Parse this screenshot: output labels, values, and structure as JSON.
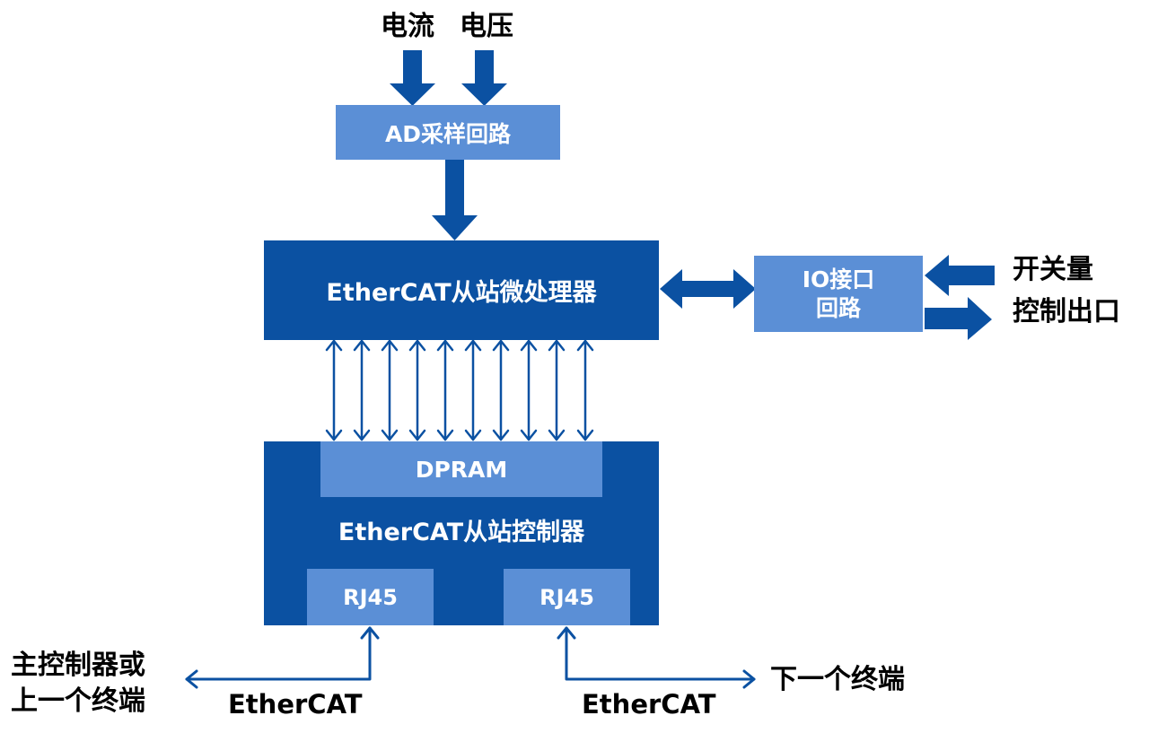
{
  "colors": {
    "dark_blue": "#0b51a2",
    "light_blue": "#5b8fd6",
    "arrow_blue": "#0b51a2"
  },
  "inputs": {
    "current": "电流",
    "voltage": "电压"
  },
  "ad_sampling": {
    "label": "AD采样回路"
  },
  "mcu": {
    "label": "EtherCAT从站微处理器"
  },
  "io": {
    "line1": "IO接口",
    "line2": "回路"
  },
  "switch_io": {
    "in_line1": "开关量",
    "out_line1": "控制出口"
  },
  "controller": {
    "label": "EtherCAT从站控制器",
    "dpram": "DPRAM",
    "port_left": "RJ45",
    "port_right": "RJ45"
  },
  "left_peer": {
    "line1": "主控制器或",
    "line2": "上一个终端",
    "bus": "EtherCAT"
  },
  "right_peer": {
    "line1": "下一个终端",
    "bus": "EtherCAT"
  }
}
